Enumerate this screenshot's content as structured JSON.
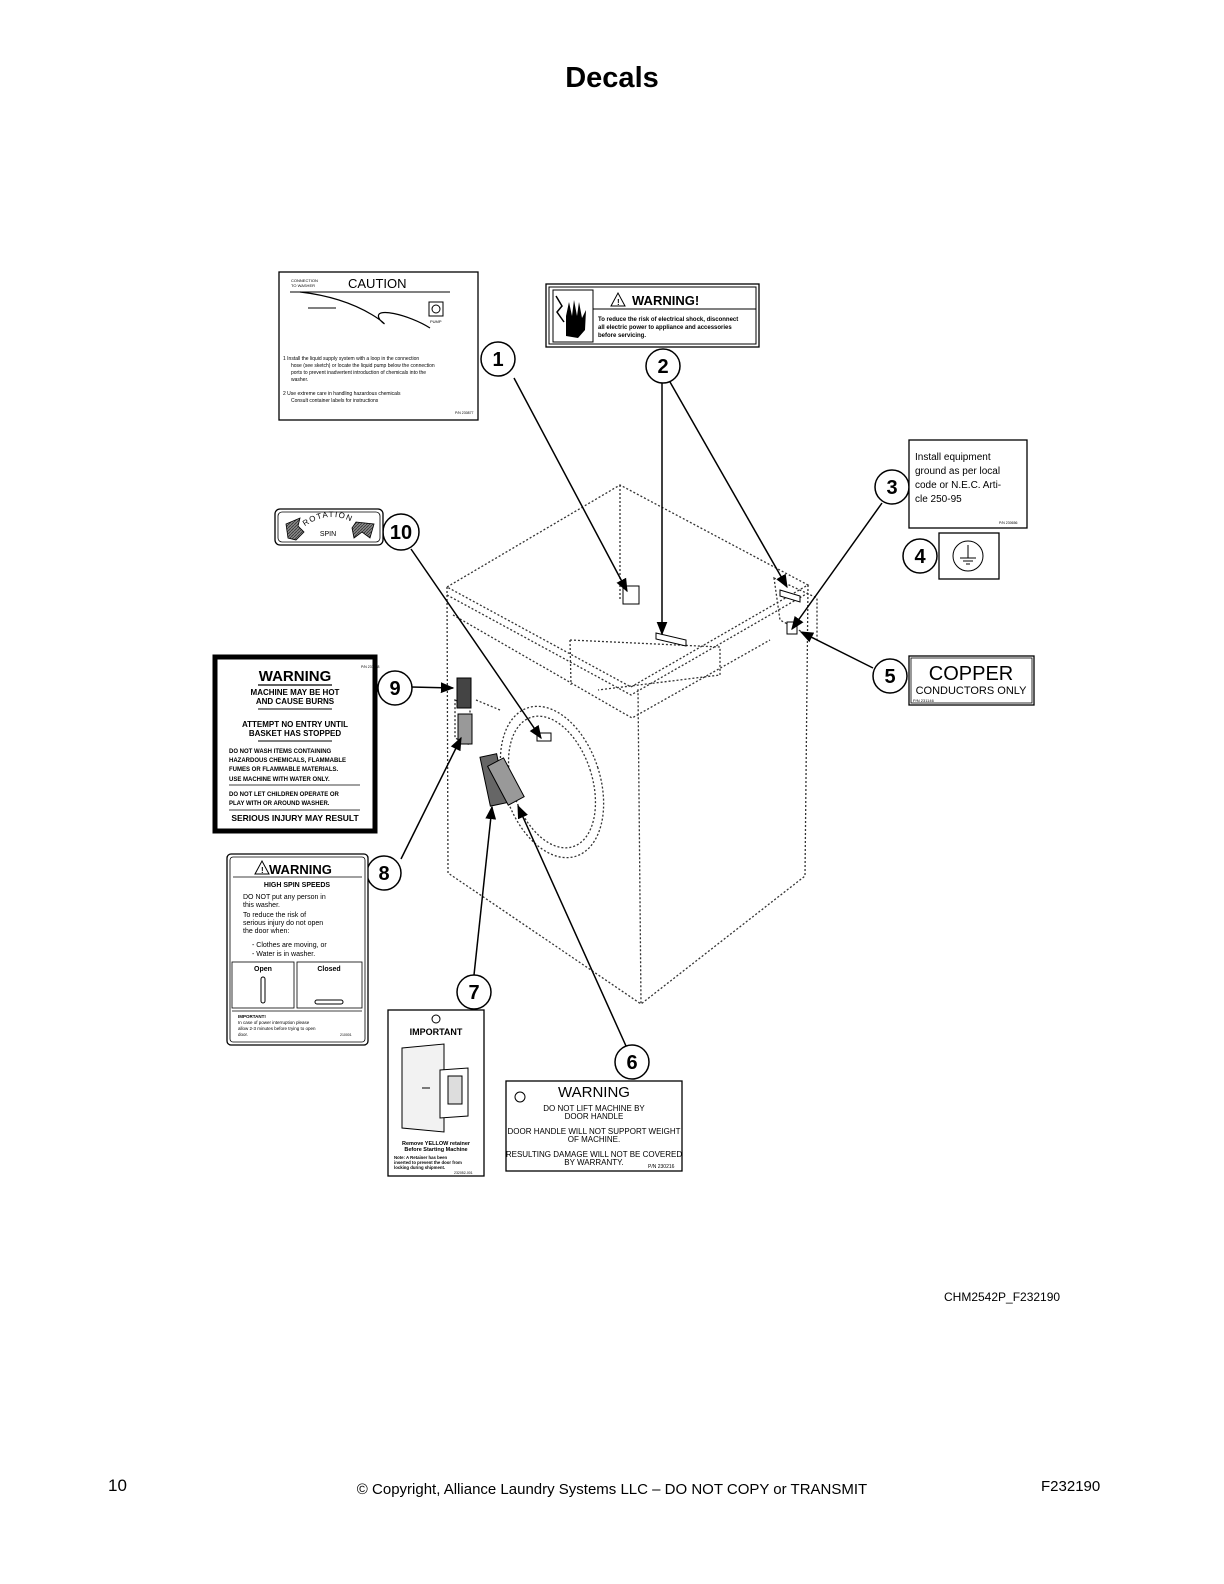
{
  "page": {
    "title": "Decals",
    "ref_code": "CHM2542P_F232190",
    "page_number": "10",
    "copyright": "© Copyright, Alliance Laundry Systems LLC – DO NOT COPY or TRANSMIT",
    "doc_id": "F232190"
  },
  "callouts": [
    "1",
    "2",
    "3",
    "4",
    "5",
    "6",
    "7",
    "8",
    "9",
    "10"
  ],
  "decal1": {
    "small_label_1": "CONNECTION",
    "small_label_2": "TO WASHER",
    "heading": "CAUTION",
    "pump": "PUMP",
    "lines": [
      "1   Install the liquid supply system with a loop in the connection",
      "hose (see sketch) or locate the liquid pump below the connection",
      "ports to prevent inadvertent introduction of chemicals into the",
      "washer.",
      "2   Use extreme care in handling hazardous chemicals",
      "Consult container labels for instructions"
    ],
    "pn": "P/N 230877"
  },
  "decal2": {
    "heading": "WARNING!",
    "lines": [
      "To reduce the risk of electrical shock, disconnect",
      "all electric power to appliance and accessories",
      "before servicing."
    ]
  },
  "decal3": {
    "lines": [
      "Install equipment",
      "ground as per local",
      "code or N.E.C. Arti-",
      "cle 250-95"
    ],
    "pn": "P/N 230656"
  },
  "decal5": {
    "heading": "COPPER",
    "sub": "CONDUCTORS ONLY",
    "pn": "P/N 231146"
  },
  "decal6": {
    "heading": "WARNING",
    "lines": [
      "DO NOT LIFT MACHINE BY",
      "DOOR HANDLE",
      "DOOR HANDLE WILL NOT SUPPORT WEIGHT",
      "OF MACHINE.",
      "RESULTING DAMAGE WILL NOT BE COVERED",
      "BY WARRANTY."
    ],
    "pn": "P/N 230216"
  },
  "decal7": {
    "heading": "IMPORTANT",
    "lines": [
      "Remove YELLOW retainer",
      "Before Starting Machine"
    ],
    "note": [
      "Note: A Retainer has been",
      "inserted to prevent the door from",
      "locking during shipment."
    ],
    "pn": "232052-001"
  },
  "decal8": {
    "heading": "WARNING",
    "sub": "HIGH SPIN SPEEDS",
    "lines": [
      "DO NOT put any person in",
      "this washer.",
      "To reduce the risk of",
      "serious injury do not open",
      "the door when:",
      "- Clothes are moving, or",
      "- Water is in washer."
    ],
    "open": "Open",
    "closed": "Closed",
    "important": [
      "IMPORTANT!",
      "In case of power interruption please",
      "allow 2-3 minutes before trying to open",
      "door."
    ],
    "pn": "210001"
  },
  "decal9": {
    "heading": "WARNING",
    "pn": "P/N 231088",
    "lines": [
      "MACHINE MAY BE HOT",
      "AND CAUSE BURNS",
      "ATTEMPT NO ENTRY UNTIL",
      "BASKET HAS STOPPED",
      "DO NOT WASH ITEMS CONTAINING",
      "HAZARDOUS CHEMICALS, FLAMMABLE",
      "FUMES OR FLAMMABLE MATERIALS.",
      "USE MACHINE WITH WATER ONLY.",
      "DO NOT LET CHILDREN OPERATE OR",
      "PLAY WITH OR AROUND WASHER.",
      "SERIOUS INJURY MAY RESULT"
    ]
  },
  "decal10": {
    "arc": "ROTATION",
    "sub": "SPIN"
  }
}
